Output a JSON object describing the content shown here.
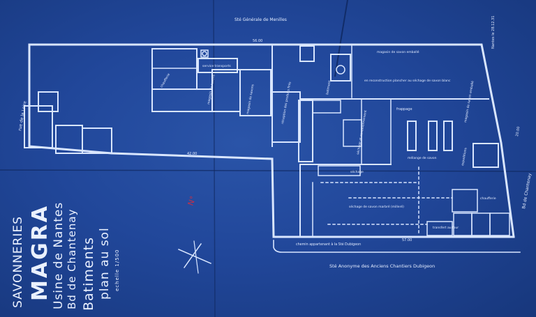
{
  "title": {
    "company": "SAVONNERIES",
    "brand": "MAGRA",
    "plant": "Usine de Nantes",
    "street": "Bd de Chantenay",
    "building": "Batiments",
    "view": "plan au sol",
    "scale": "echelle 1/500"
  },
  "neighbors": {
    "top": "Sté Générale de Menilles",
    "bottom": "Sté Anonyme des Anciens Chantiers Dubigeon",
    "left": "rue de la Loire",
    "right": "Bd de Chantenay"
  },
  "labels": {
    "shed": "chaufferie",
    "office": "service transports",
    "store_left": "magasin de savons",
    "store_mid": "magasin de savons",
    "reception": "réception des produits finis",
    "shelter": "batiment",
    "store_top": "magasin de savon emballé",
    "floor_note": "en reconstruction plancher au séchage de savon blanc",
    "stamping": "frappage",
    "store_right": "magasin de savon emballé",
    "packing": "séchage et conditionnement",
    "mixing": "mélange de savon",
    "boilers": "expeditions",
    "drying": "séchage",
    "cooling": "séchage de savon marbré (milleré)",
    "transfer": "transfert au four",
    "yard_note": "chaufferie",
    "path": "chemin appartenant à la Sté Dubigeon",
    "top_right_note": "Nantes le 28.12.31",
    "dim_top": "56.00",
    "dim_left": "42.00",
    "dim_mid": "57.00",
    "dim_right": "20.00"
  }
}
